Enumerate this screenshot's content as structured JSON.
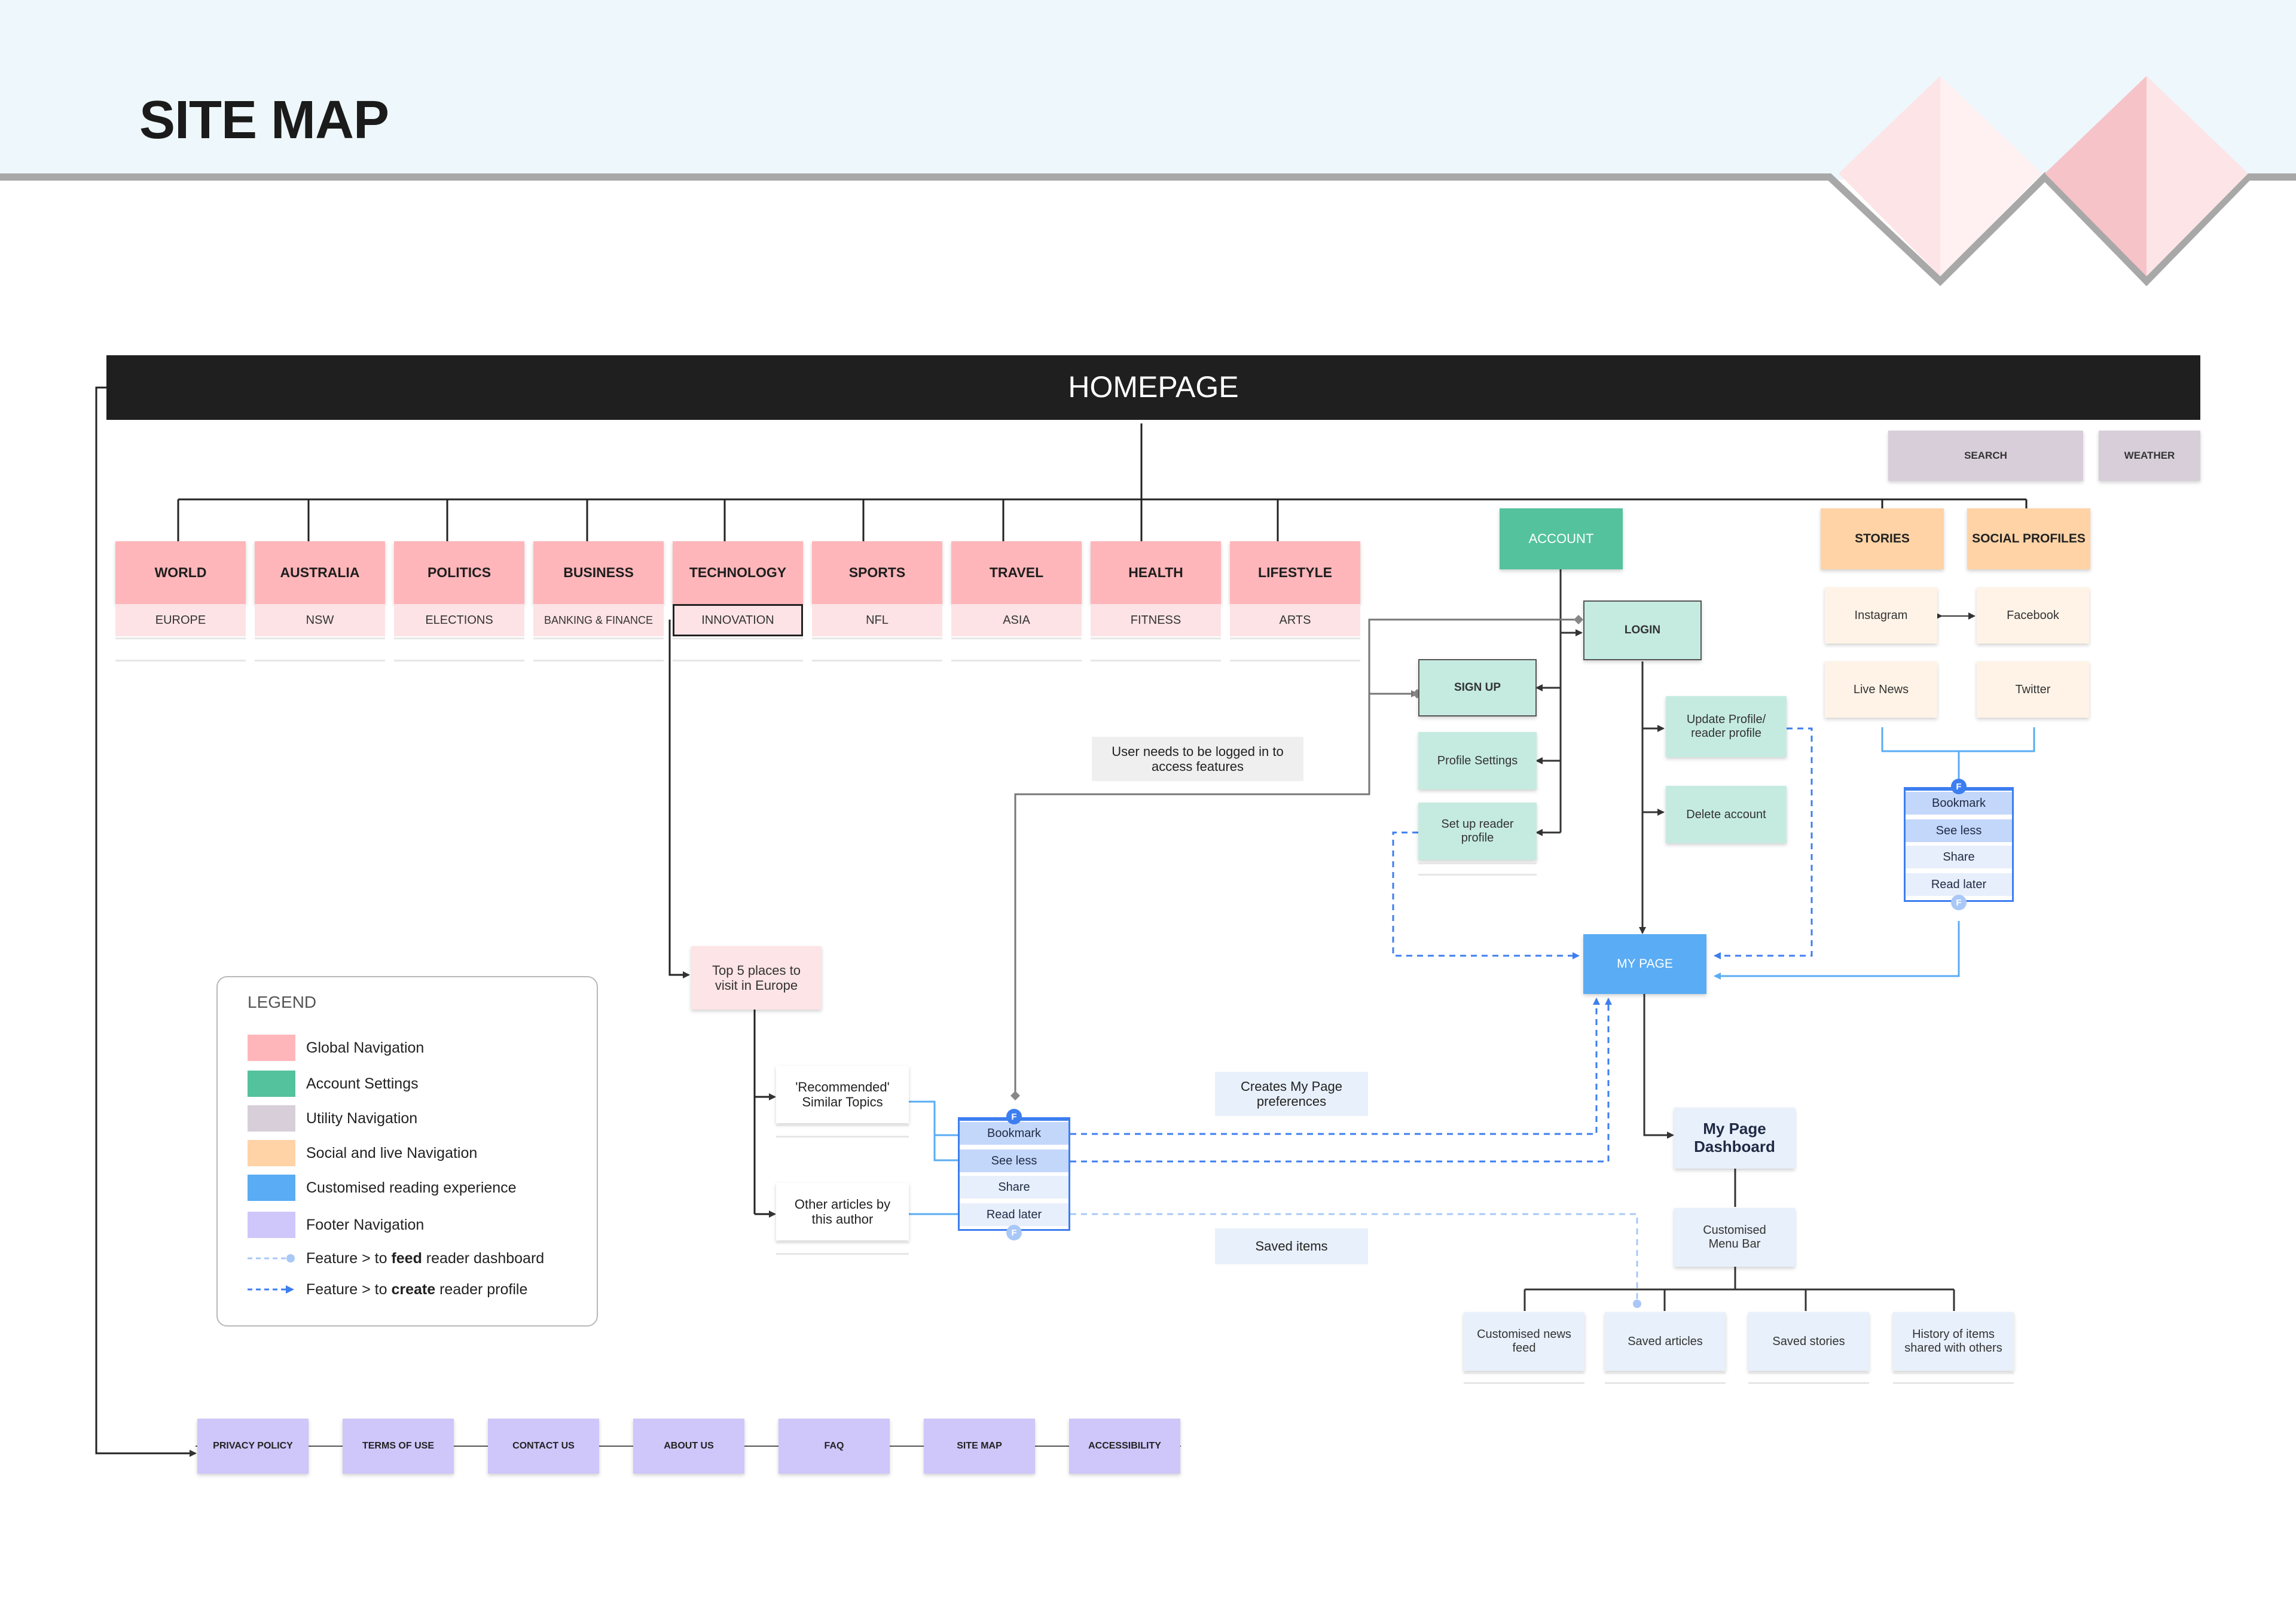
{
  "title": "SITE MAP",
  "homepage": "HOMEPAGE",
  "utility": [
    "SEARCH",
    "WEATHER"
  ],
  "global_nav": [
    {
      "label": "WORLD",
      "sub": "EUROPE"
    },
    {
      "label": "AUSTRALIA",
      "sub": "NSW"
    },
    {
      "label": "POLITICS",
      "sub": "ELECTIONS"
    },
    {
      "label": "BUSINESS",
      "sub": "BANKING & FINANCE"
    },
    {
      "label": "TECHNOLOGY",
      "sub": "INNOVATION"
    },
    {
      "label": "SPORTS",
      "sub": "NFL"
    },
    {
      "label": "TRAVEL",
      "sub": "ASIA"
    },
    {
      "label": "HEALTH",
      "sub": "FITNESS"
    },
    {
      "label": "LIFESTYLE",
      "sub": "ARTS"
    }
  ],
  "account": {
    "title": "ACCOUNT",
    "login": "LOGIN",
    "signup": "SIGN UP",
    "profile_settings": "Profile Settings",
    "setup_profile": "Set up reader profile",
    "update_profile": "Update Profile/ reader profile",
    "delete_account": "Delete account"
  },
  "social": {
    "stories": "STORIES",
    "profiles": "SOCIAL PROFILES",
    "instagram": "Instagram",
    "facebook": "Facebook",
    "live_news": "Live News",
    "twitter": "Twitter"
  },
  "features": [
    "Bookmark",
    "See less",
    "Share",
    "Read later"
  ],
  "feature_marker": "F",
  "my_page": {
    "title": "MY PAGE",
    "dashboard": "My Page Dashboard",
    "menu_bar": "Customised Menu Bar",
    "items": [
      "Customised news feed",
      "Saved articles",
      "Saved stories",
      "History of items shared with others"
    ]
  },
  "content": {
    "top5": "Top 5 places to visit in Europe",
    "recommended": "'Recommended' Similar Topics",
    "other_articles": "Other articles by this author"
  },
  "notes": {
    "login_required": "User needs to be logged in to access features",
    "creates_prefs": "Creates My Page preferences",
    "saved_items": "Saved items"
  },
  "legend": {
    "title": "LEGEND",
    "items": [
      {
        "label": "Global Navigation",
        "color": "#ffb6ba"
      },
      {
        "label": "Account Settings",
        "color": "#54c29d"
      },
      {
        "label": "Utility Navigation",
        "color": "#d7ced9"
      },
      {
        "label": "Social and live Navigation",
        "color": "#ffd3a6"
      },
      {
        "label": "Customised reading experience",
        "color": "#5aacf4"
      },
      {
        "label": "Footer Navigation",
        "color": "#cfc6fa"
      }
    ],
    "feed_prefix": "Feature > to ",
    "feed_bold": "feed",
    "feed_suffix": " reader dashboard",
    "create_prefix": "Feature > to ",
    "create_bold": "create",
    "create_suffix": " reader profile"
  },
  "footer": [
    "PRIVACY POLICY",
    "TERMS OF USE",
    "CONTACT US",
    "ABOUT US",
    "FAQ",
    "SITE MAP",
    "ACCESSIBILITY"
  ]
}
